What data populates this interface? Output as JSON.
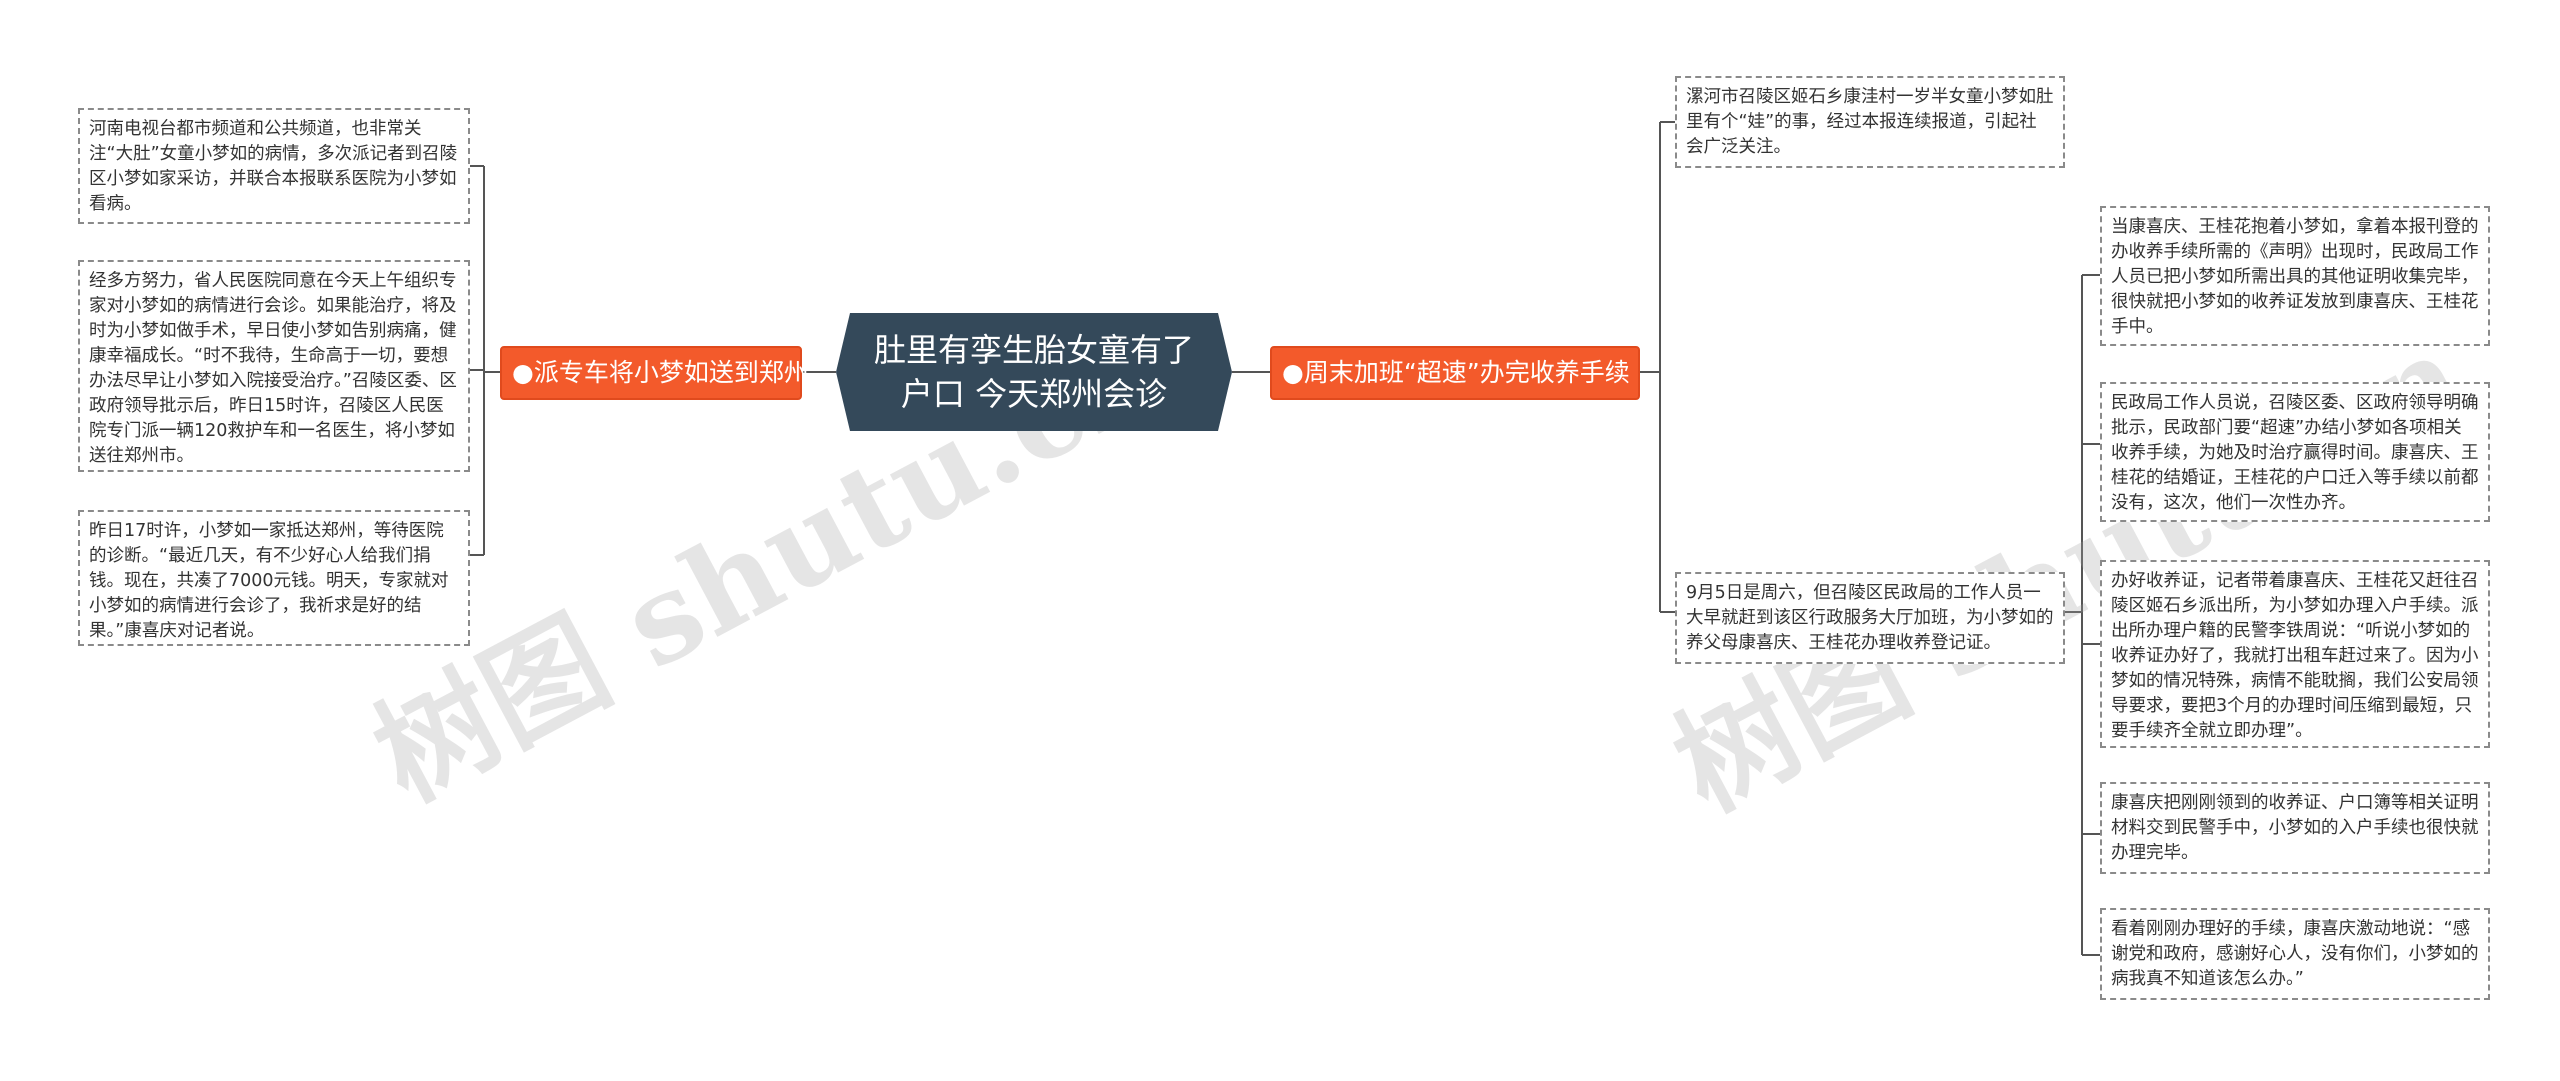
{
  "root": {
    "title": "肚里有孪生胎女童有了户口 今天郑州会诊"
  },
  "left_branch": {
    "label": "●派专车将小梦如送到郑州",
    "leaves": [
      "河南电视台都市频道和公共频道，也非常关注“大肚”女童小梦如的病情，多次派记者到召陵区小梦如家采访，并联合本报联系医院为小梦如看病。",
      "经多方努力，省人民医院同意在今天上午组织专家对小梦如的病情进行会诊。如果能治疗，将及时为小梦如做手术，早日使小梦如告别病痛，健康幸福成长。“时不我待，生命高于一切，要想办法尽早让小梦如入院接受治疗。”召陵区委、区政府领导批示后，昨日15时许，召陵区人民医院专门派一辆120救护车和一名医生，将小梦如送往郑州市。",
      "昨日17时许，小梦如一家抵达郑州，等待医院的诊断。“最近几天，有不少好心人给我们捐钱。现在，共凑了7000元钱。明天，专家就对小梦如的病情进行会诊了，我祈求是好的结果。”康喜庆对记者说。"
    ]
  },
  "right_branch": {
    "label": "●周末加班“超速”办完收养手续",
    "leaves": [
      "漯河市召陵区姬石乡康洼村一岁半女童小梦如肚里有个“娃”的事，经过本报连续报道，引起社会广泛关注。",
      "9月5日是周六，但召陵区民政局的工作人员一大早就赶到该区行政服务大厅加班，为小梦如的养父母康喜庆、王桂花办理收养登记证。"
    ],
    "sub_leaves": [
      "当康喜庆、王桂花抱着小梦如，拿着本报刊登的办收养手续所需的《声明》出现时，民政局工作人员已把小梦如所需出具的其他证明收集完毕，很快就把小梦如的收养证发放到康喜庆、王桂花手中。",
      "民政局工作人员说，召陵区委、区政府领导明确批示，民政部门要“超速”办结小梦如各项相关收养手续，为她及时治疗赢得时间。康喜庆、王桂花的结婚证，王桂花的户口迁入等手续以前都没有，这次，他们一次性办齐。",
      "办好收养证，记者带着康喜庆、王桂花又赶往召陵区姬石乡派出所，为小梦如办理入户手续。派出所办理户籍的民警李铁周说：“听说小梦如的收养证办好了，我就打出租车赶过来了。因为小梦如的情况特殊，病情不能耽搁，我们公安局领导要求，要把3个月的办理时间压缩到最短，只要手续齐全就立即办理”。",
      "康喜庆把刚刚领到的收养证、户口簿等相关证明材料交到民警手中，小梦如的入户手续也很快就办理完毕。",
      "看着刚刚办理好的手续，康喜庆激动地说：“感谢党和政府，感谢好心人，没有你们，小梦如的病我真不知道该怎么办。”"
    ]
  },
  "watermark": [
    "树图 shutu.cn",
    "树图 shutu.cn"
  ]
}
